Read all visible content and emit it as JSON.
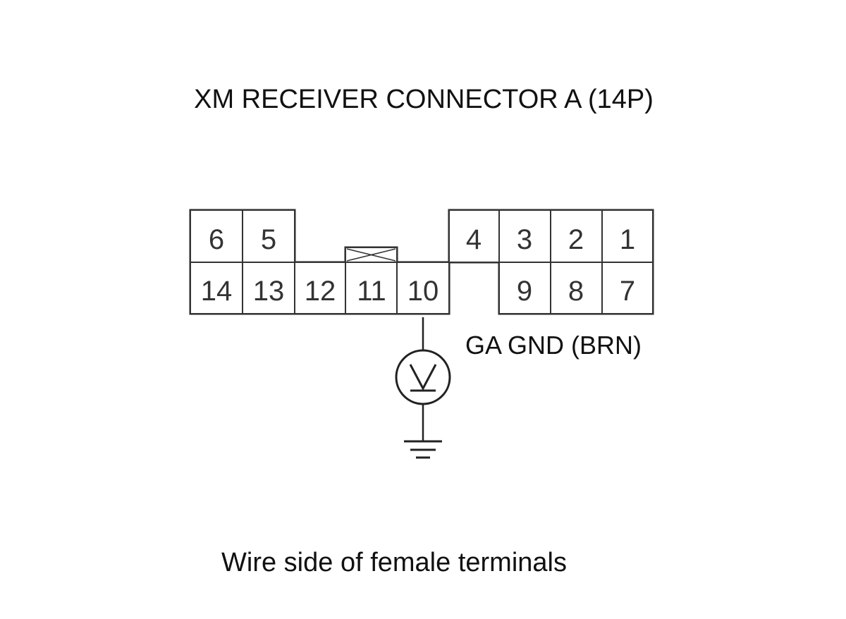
{
  "title": "XM RECEIVER CONNECTOR A (14P)",
  "wire_label": "GA GND (BRN)",
  "footer": "Wire side of female terminals",
  "meter_symbol": "V",
  "connector": {
    "pins": [
      {
        "id": "6",
        "label": "6"
      },
      {
        "id": "5",
        "label": "5"
      },
      {
        "id": "4",
        "label": "4"
      },
      {
        "id": "3",
        "label": "3"
      },
      {
        "id": "2",
        "label": "2"
      },
      {
        "id": "1",
        "label": "1"
      },
      {
        "id": "14",
        "label": "14"
      },
      {
        "id": "13",
        "label": "13"
      },
      {
        "id": "12",
        "label": "12"
      },
      {
        "id": "11",
        "label": "11"
      },
      {
        "id": "10",
        "label": "10"
      },
      {
        "id": "9",
        "label": "9"
      },
      {
        "id": "8",
        "label": "8"
      },
      {
        "id": "7",
        "label": "7"
      }
    ],
    "probed_pin": "10"
  },
  "icons": {
    "voltmeter": "voltmeter-icon",
    "ground": "ground-icon",
    "lock_tab": "lock-tab-icon"
  }
}
